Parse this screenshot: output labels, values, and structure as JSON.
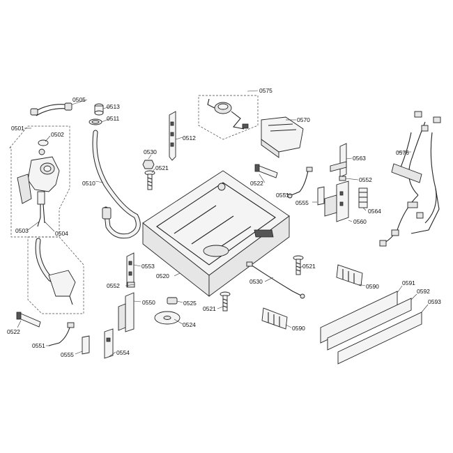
{
  "callouts": [
    {
      "id": "c0505",
      "text": "0505"
    },
    {
      "id": "c0513",
      "text": "0513"
    },
    {
      "id": "c0511",
      "text": "0511"
    },
    {
      "id": "c0501",
      "text": "0501"
    },
    {
      "id": "c0502",
      "text": "0502"
    },
    {
      "id": "c0503",
      "text": "0503"
    },
    {
      "id": "c0504",
      "text": "0504"
    },
    {
      "id": "c0510",
      "text": "0510"
    },
    {
      "id": "c0512",
      "text": "0512"
    },
    {
      "id": "c0530a",
      "text": "0530"
    },
    {
      "id": "c0521a",
      "text": "0521"
    },
    {
      "id": "c0575",
      "text": "0575"
    },
    {
      "id": "c0570",
      "text": "0570"
    },
    {
      "id": "c0576",
      "text": "0576"
    },
    {
      "id": "c0563",
      "text": "0563"
    },
    {
      "id": "c0552a",
      "text": "0552"
    },
    {
      "id": "c0522a",
      "text": "0522"
    },
    {
      "id": "c0551a",
      "text": "0551"
    },
    {
      "id": "c0555a",
      "text": "0555"
    },
    {
      "id": "c0564",
      "text": "0564"
    },
    {
      "id": "c0560",
      "text": "0560"
    },
    {
      "id": "c0553",
      "text": "0553"
    },
    {
      "id": "c0552b",
      "text": "0552"
    },
    {
      "id": "c0520",
      "text": "0520"
    },
    {
      "id": "c0521b",
      "text": "0521"
    },
    {
      "id": "c0530b",
      "text": "0530"
    },
    {
      "id": "c0590a",
      "text": "0590"
    },
    {
      "id": "c0550",
      "text": "0550"
    },
    {
      "id": "c0525",
      "text": "0525"
    },
    {
      "id": "c0521c",
      "text": "0521"
    },
    {
      "id": "c0524",
      "text": "0524"
    },
    {
      "id": "c0590b",
      "text": "0590"
    },
    {
      "id": "c0591",
      "text": "0591"
    },
    {
      "id": "c0592",
      "text": "0592"
    },
    {
      "id": "c0593",
      "text": "0593"
    },
    {
      "id": "c0522b",
      "text": "0522"
    },
    {
      "id": "c0551b",
      "text": "0551"
    },
    {
      "id": "c0555b",
      "text": "0555"
    },
    {
      "id": "c0554",
      "text": "0554"
    }
  ]
}
